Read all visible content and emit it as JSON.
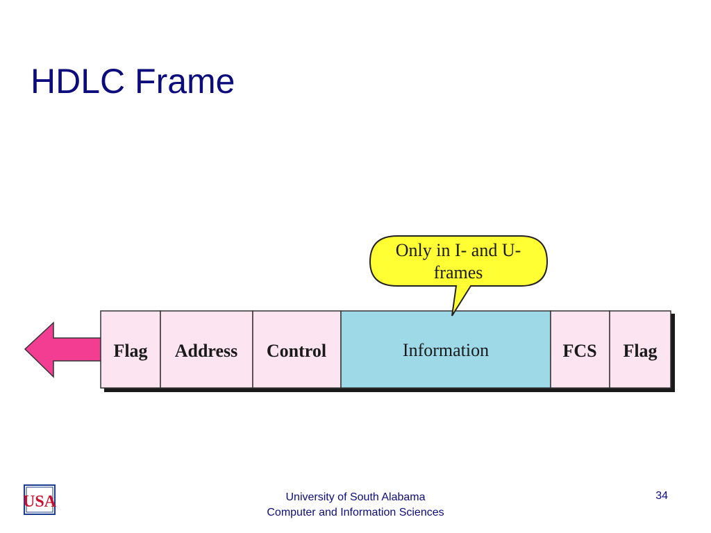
{
  "slide": {
    "title": "HDLC Frame",
    "page_number": "34"
  },
  "footer": {
    "line1": "University of South Alabama",
    "line2": "Computer and Information Sciences"
  },
  "logo": {
    "text": "USA",
    "icon": "university-seal-icon"
  },
  "frame": {
    "fields": [
      {
        "label": "Flag",
        "highlight": false
      },
      {
        "label": "Address",
        "highlight": false
      },
      {
        "label": "Control",
        "highlight": false
      },
      {
        "label": "Information",
        "highlight": true
      },
      {
        "label": "FCS",
        "highlight": false
      },
      {
        "label": "Flag",
        "highlight": false
      }
    ],
    "callout": {
      "line1": "Only in I- and U-",
      "line2": "frames"
    },
    "direction_arrow": "left-arrow-icon"
  },
  "colors": {
    "title": "#0c0c7c",
    "field_fill": "#fce4f1",
    "info_fill": "#9ed9e8",
    "callout_fill": "#ffff33",
    "arrow_fill": "#f23d93"
  }
}
